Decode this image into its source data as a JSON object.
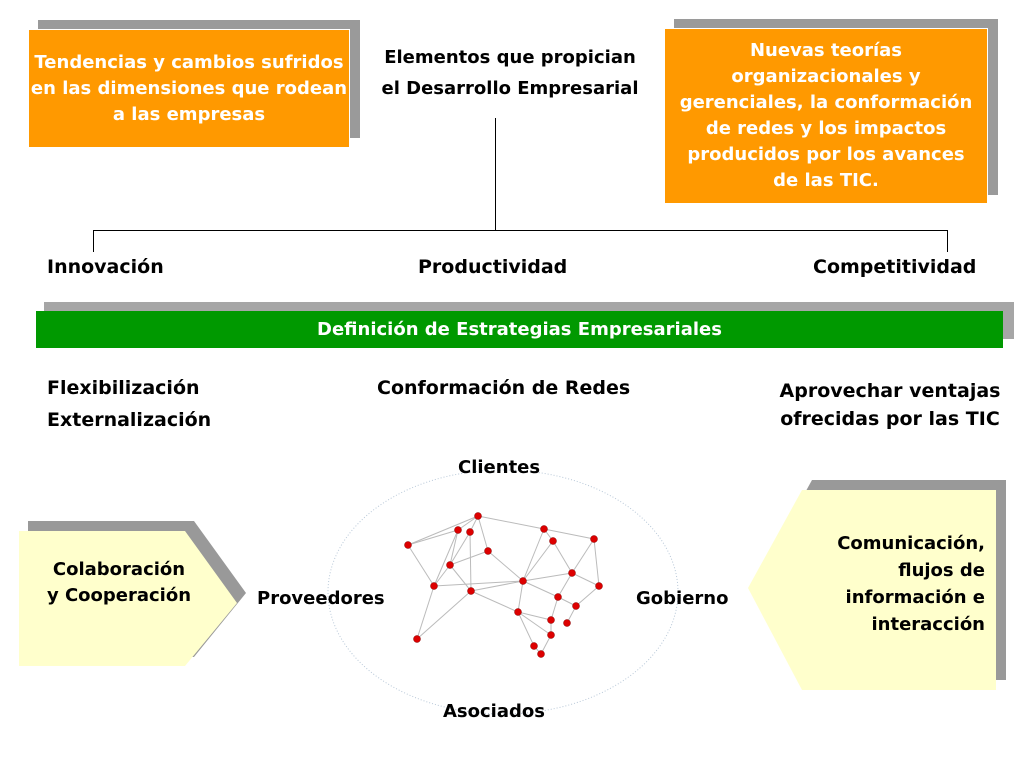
{
  "top_left_box": {
    "text": "Tendencias y cambios sufridos en las dimensiones que rodean a las empresas"
  },
  "center_title": {
    "line1": "Elementos que propician",
    "line2": "el Desarrollo Empresarial"
  },
  "top_right_box": {
    "text": "Nuevas teorías organizacionales y gerenciales, la conformación de redes y los impactos producidos por los avances de las TIC."
  },
  "branches": {
    "left": "Innovación",
    "middle": "Productividad",
    "right": "Competitividad"
  },
  "strategy_bar": {
    "text": "Definición de Estrategias Empresariales"
  },
  "strategies": {
    "left_1": "Flexibilización",
    "left_2": "Externalización",
    "middle": "Conformación de Redes",
    "right_1": "Aprovechar ventajas",
    "right_2": "ofrecidas por las TIC"
  },
  "network": {
    "top": "Clientes",
    "left": "Proveedores",
    "right": "Gobierno",
    "bottom": "Asociados"
  },
  "left_arrow": {
    "line1": "Colaboración",
    "line2": "y Cooperación"
  },
  "right_arrow": {
    "line1": "Comunicación,",
    "line2": "flujos de",
    "line3": "información e",
    "line4": "interacción"
  },
  "colors": {
    "orange": "#ff9900",
    "green": "#009900",
    "pale_yellow": "#ffffcc",
    "node_red": "#dd0000"
  }
}
